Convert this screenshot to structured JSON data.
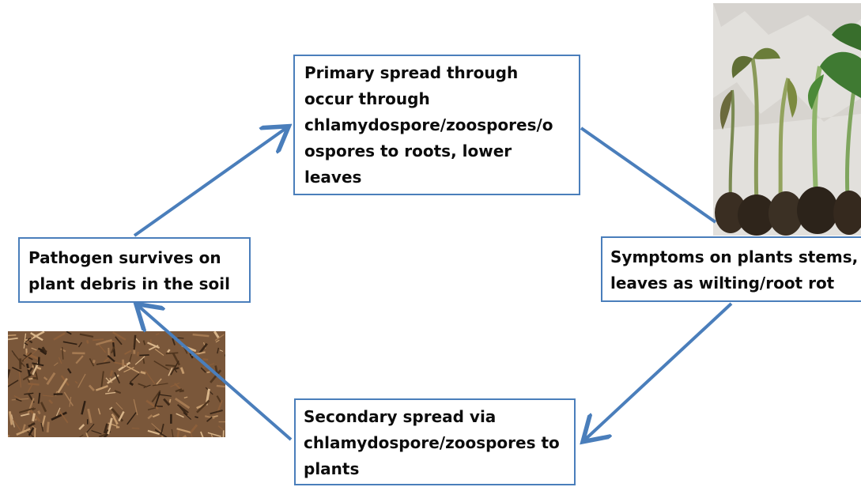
{
  "colors": {
    "arrow": "#4a7ebb",
    "box_border": "#4a7ebb",
    "text": "#0c0c0c",
    "background": "#ffffff"
  },
  "boxes": {
    "primary": "Primary spread through\noccur through\nchlamydospore/zoospores/o\nospores to roots, lower\nleaves",
    "symptoms": "Symptoms on plants stems,\nleaves as wilting/root rot",
    "secondary": "Secondary spread  via\nchlamydospore/zoospores to\nplants",
    "pathogen": "Pathogen survives on\nplant debris in the soil"
  },
  "images": {
    "plants": "wilted-seedlings-photo",
    "soil": "soil-debris-photo"
  }
}
